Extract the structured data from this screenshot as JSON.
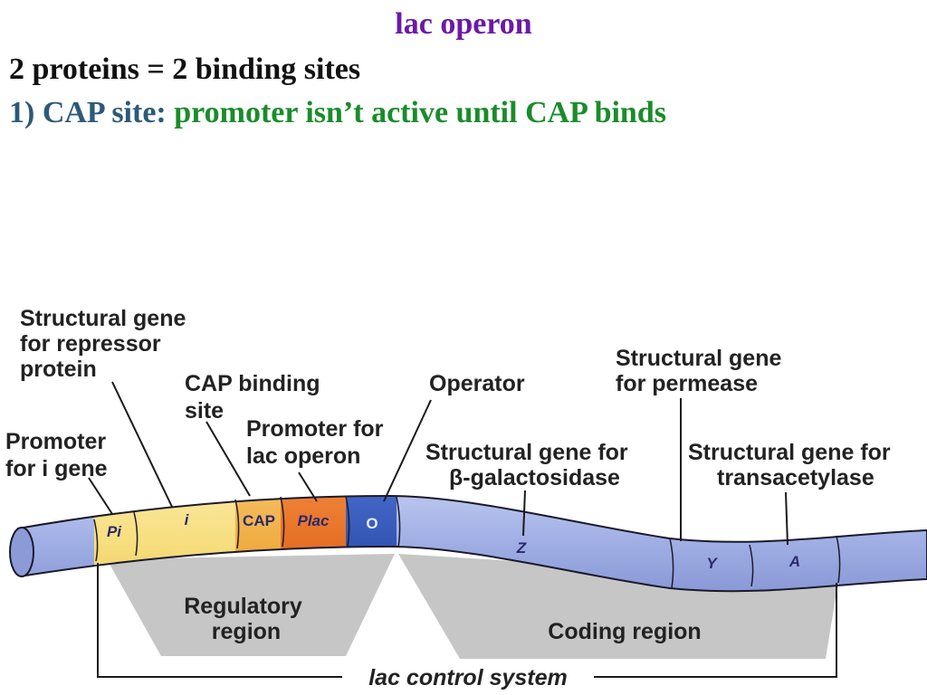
{
  "slide": {
    "title": "lac operon",
    "line1": "2 proteins = 2 binding sites",
    "line2_prefix": "1) CAP site: ",
    "line2_rest": "promoter isn’t active until CAP binds"
  },
  "diagram": {
    "labels": {
      "structural_repressor": [
        "Structural gene",
        "for repressor",
        "protein"
      ],
      "cap_binding": [
        "CAP binding",
        "site"
      ],
      "promoter_i": [
        "Promoter",
        "for i gene"
      ],
      "promoter_lac": [
        "Promoter for",
        "lac operon"
      ],
      "operator": "Operator",
      "beta_gal": [
        "Structural gene for",
        "β-galactosidase"
      ],
      "permease": [
        "Structural gene",
        "for permease"
      ],
      "transacetylase": [
        "Structural gene for",
        "transacetylase"
      ]
    },
    "segments": {
      "pi": "Pi",
      "i": "i",
      "cap": "CAP",
      "plac": "Plac",
      "o": "O",
      "z": "Z",
      "y": "Y",
      "a": "A"
    },
    "regions": {
      "regulatory": [
        "Regulatory",
        "region"
      ],
      "coding": "Coding region",
      "control": "lac control system"
    },
    "colors": {
      "dna_blue": "#a3b1e6",
      "regulatory_yellow": "#f7de7e",
      "cap_orange": "#f0a830",
      "plac_orange": "#ea6a1c",
      "operator_blue": "#2a4fb8",
      "region_gray": "#c6c6c6"
    }
  }
}
